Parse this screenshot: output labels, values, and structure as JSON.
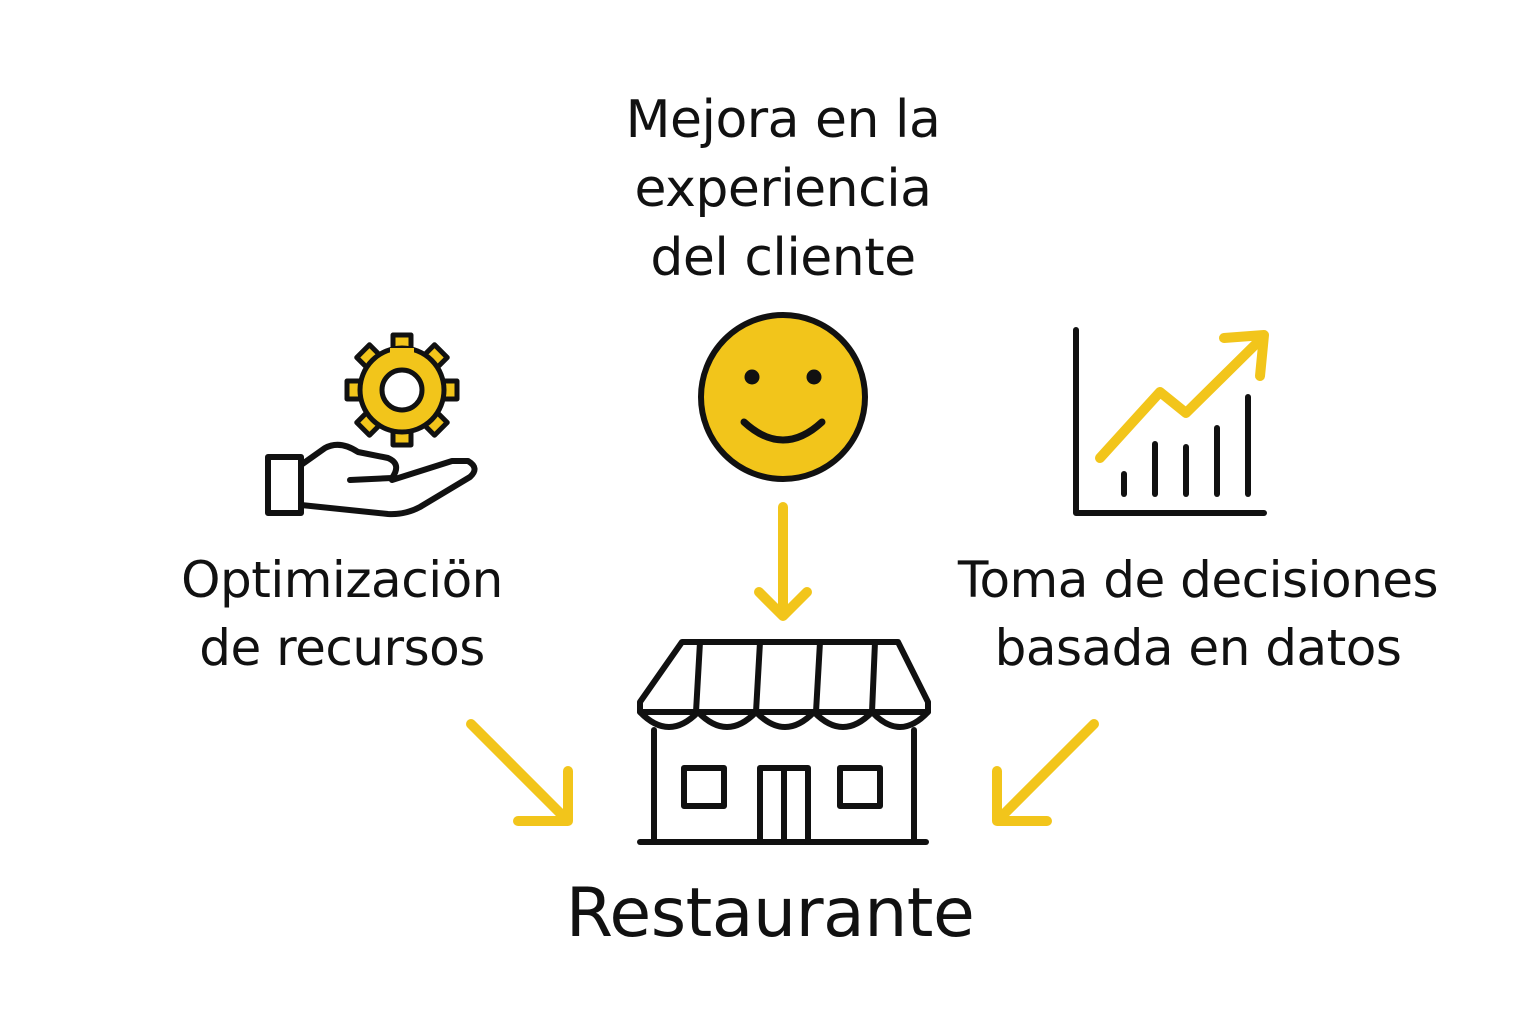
{
  "colors": {
    "accent": "#F2C51B",
    "ink": "#111111",
    "background": "#FFFFFF"
  },
  "center": {
    "icon": "storefront-icon",
    "title": "Restaurante"
  },
  "benefits": {
    "top": {
      "icon": "smiley-face-icon",
      "lines": [
        "Mejora en la",
        "experiencia",
        "del cliente"
      ]
    },
    "left": {
      "icon": "hand-gear-icon",
      "lines": [
        "Optimizaciön",
        "de recursos"
      ]
    },
    "right": {
      "icon": "growth-chart-icon",
      "lines": [
        "Toma de decisiones",
        "basada en datos"
      ]
    }
  }
}
